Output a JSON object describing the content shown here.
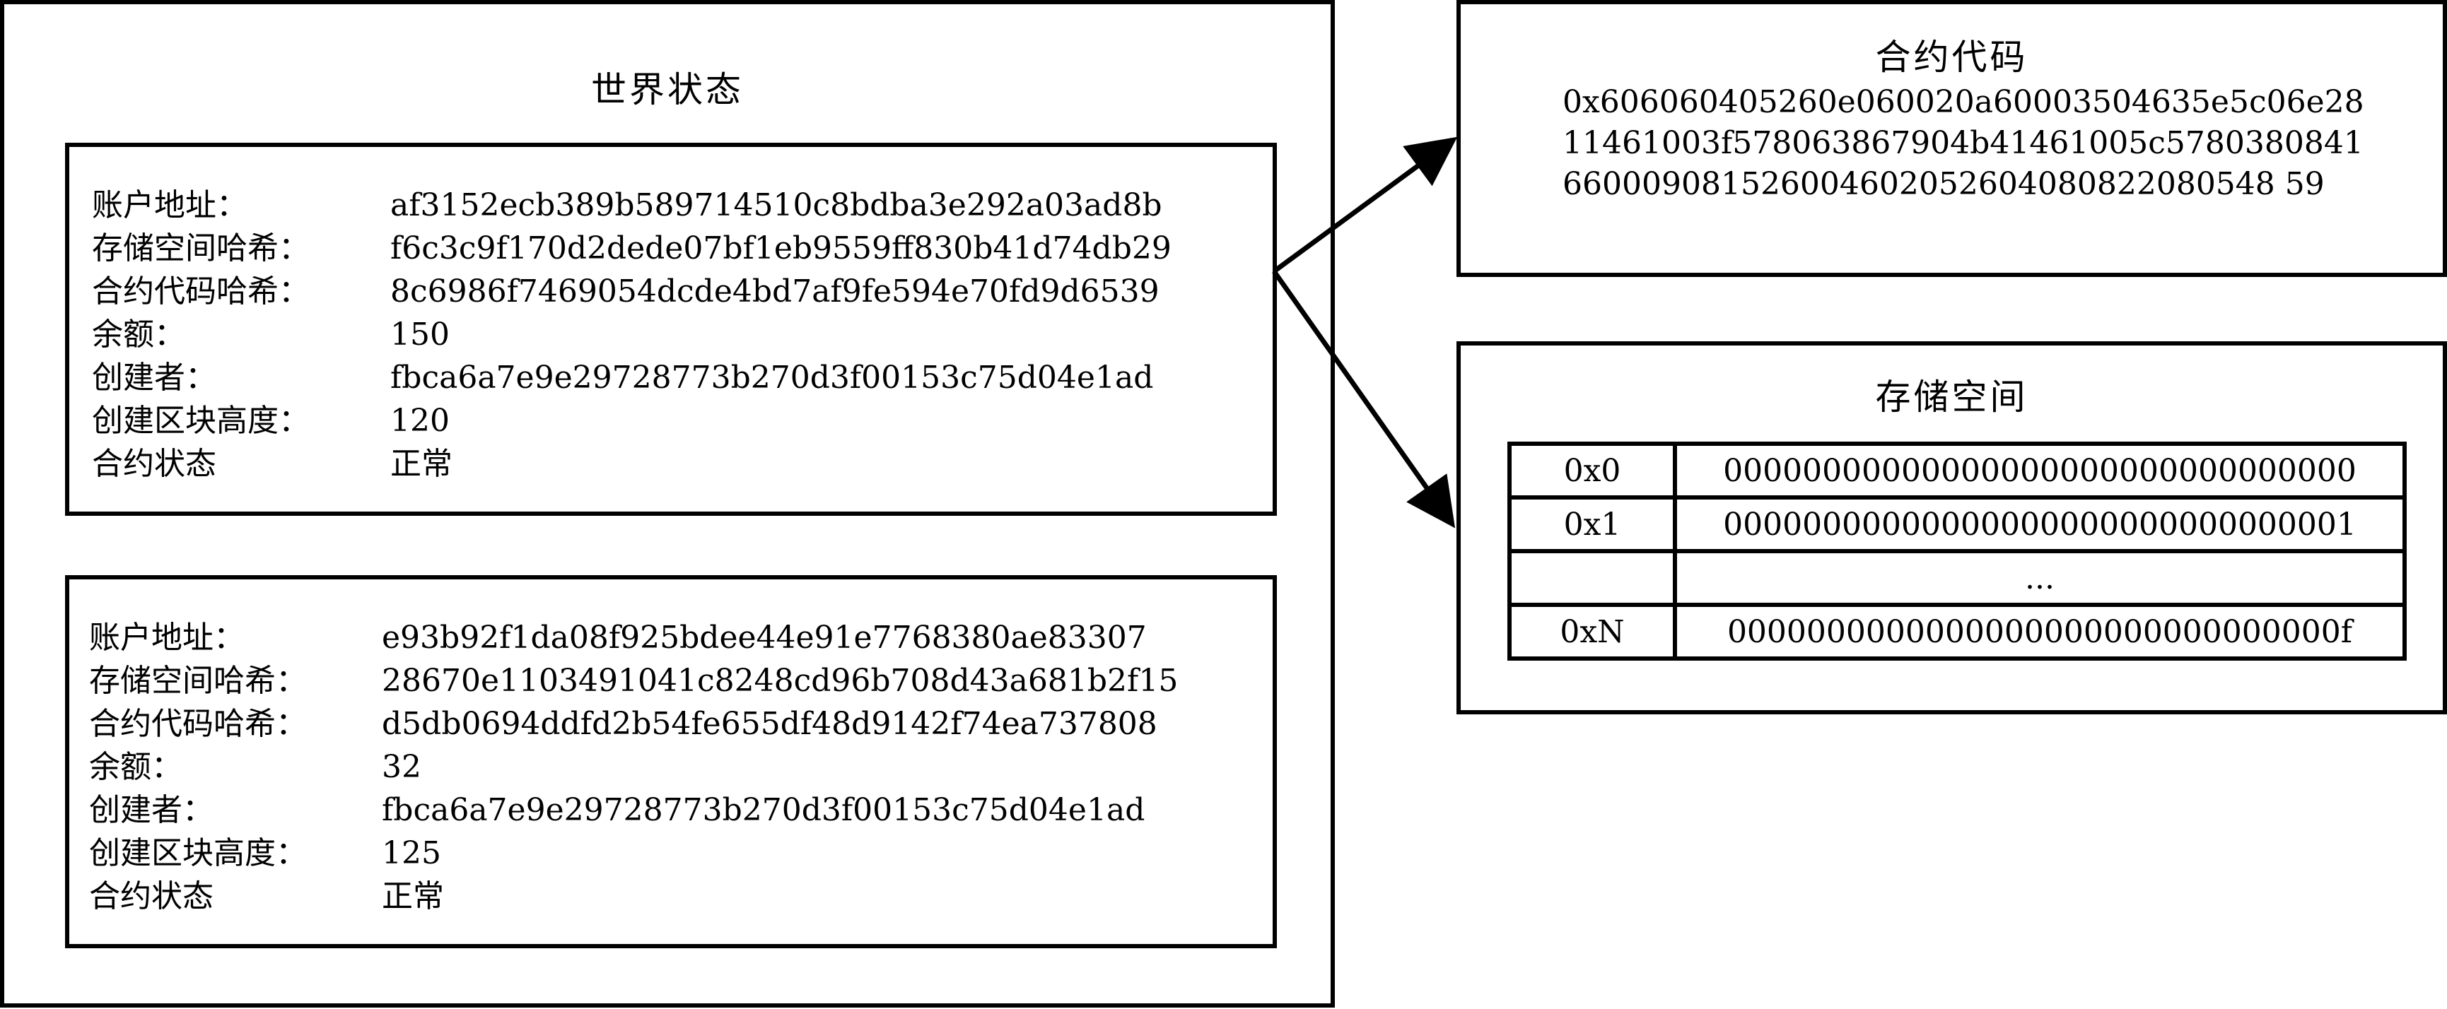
{
  "world_state": {
    "title": "世界状态",
    "accounts": [
      {
        "rows": [
          {
            "label": "账户地址：",
            "value": "af3152ecb389b589714510c8bdba3e292a03ad8b"
          },
          {
            "label": "存储空间哈希：",
            "value": "f6c3c9f170d2dede07bf1eb9559ff830b41d74db29"
          },
          {
            "label": "合约代码哈希：",
            "value": "8c6986f7469054dcde4bd7af9fe594e70fd9d6539"
          },
          {
            "label": "余额：",
            "value": "150"
          },
          {
            "label": "创建者：",
            "value": "fbca6a7e9e29728773b270d3f00153c75d04e1ad"
          },
          {
            "label": "创建区块高度：",
            "value": "120"
          },
          {
            "label": "合约状态",
            "value": "正常"
          }
        ]
      },
      {
        "rows": [
          {
            "label": "账户地址：",
            "value": "e93b92f1da08f925bdee44e91e7768380ae83307"
          },
          {
            "label": "存储空间哈希：",
            "value": "28670e1103491041c8248cd96b708d43a681b2f15"
          },
          {
            "label": "合约代码哈希：",
            "value": "d5db0694ddfd2b54fe655df48d9142f74ea737808"
          },
          {
            "label": "余额：",
            "value": "32"
          },
          {
            "label": "创建者：",
            "value": "fbca6a7e9e29728773b270d3f00153c75d04e1ad"
          },
          {
            "label": "创建区块高度：",
            "value": "125"
          },
          {
            "label": "合约状态",
            "value": "正常"
          }
        ]
      }
    ]
  },
  "contract_code": {
    "title": "合约代码",
    "code": "0x606060405260e060020a60003504635e5c06e2811461003f578063867904b41461005c5780380841660009081526004602052604080822080548 59"
  },
  "storage": {
    "title": "存储空间",
    "rows": [
      {
        "key": "0x0",
        "value": "00000000000000000000000000000000"
      },
      {
        "key": "0x1",
        "value": "00000000000000000000000000000001"
      },
      {
        "key": "",
        "value": "..."
      },
      {
        "key": "0xN",
        "value": "0000000000000000000000000000000f"
      }
    ]
  }
}
